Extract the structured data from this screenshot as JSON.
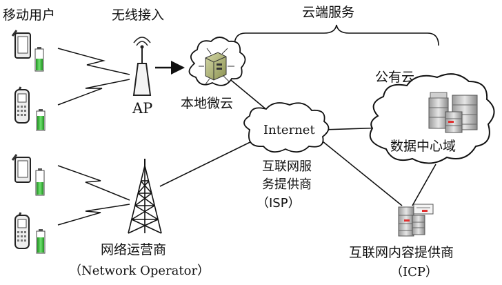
{
  "labels": {
    "mobile_users": "移动用户",
    "wireless_access": "无线接入",
    "cloud_services": "云端服务",
    "ap": "AP",
    "local_microcloud": "本地微云",
    "public_cloud": "公有云",
    "internet": "Internet",
    "datacenter": "数据中心域",
    "isp_line1": "互联网服",
    "isp_line2": "务提供商",
    "isp_line3": "（ISP）",
    "operator_line1": "网络运营商",
    "operator_line2": "（Network Operator）",
    "icp_line1": "互联网内容提供商",
    "icp_line2": "（ICP）"
  },
  "icons": {
    "tablet": "tablet-icon",
    "feature_phone": "feature-phone-icon",
    "battery": "battery-icon",
    "access_point": "access-point-icon",
    "cell_tower": "cell-tower-icon",
    "server": "server-icon",
    "cloud": "cloud-icon",
    "wireless_link": "lightning-link-icon"
  },
  "colors": {
    "battery_green": "#3fbf3f",
    "server_red": "#e03030",
    "router_olive": "#a8b070",
    "line": "#111111"
  }
}
